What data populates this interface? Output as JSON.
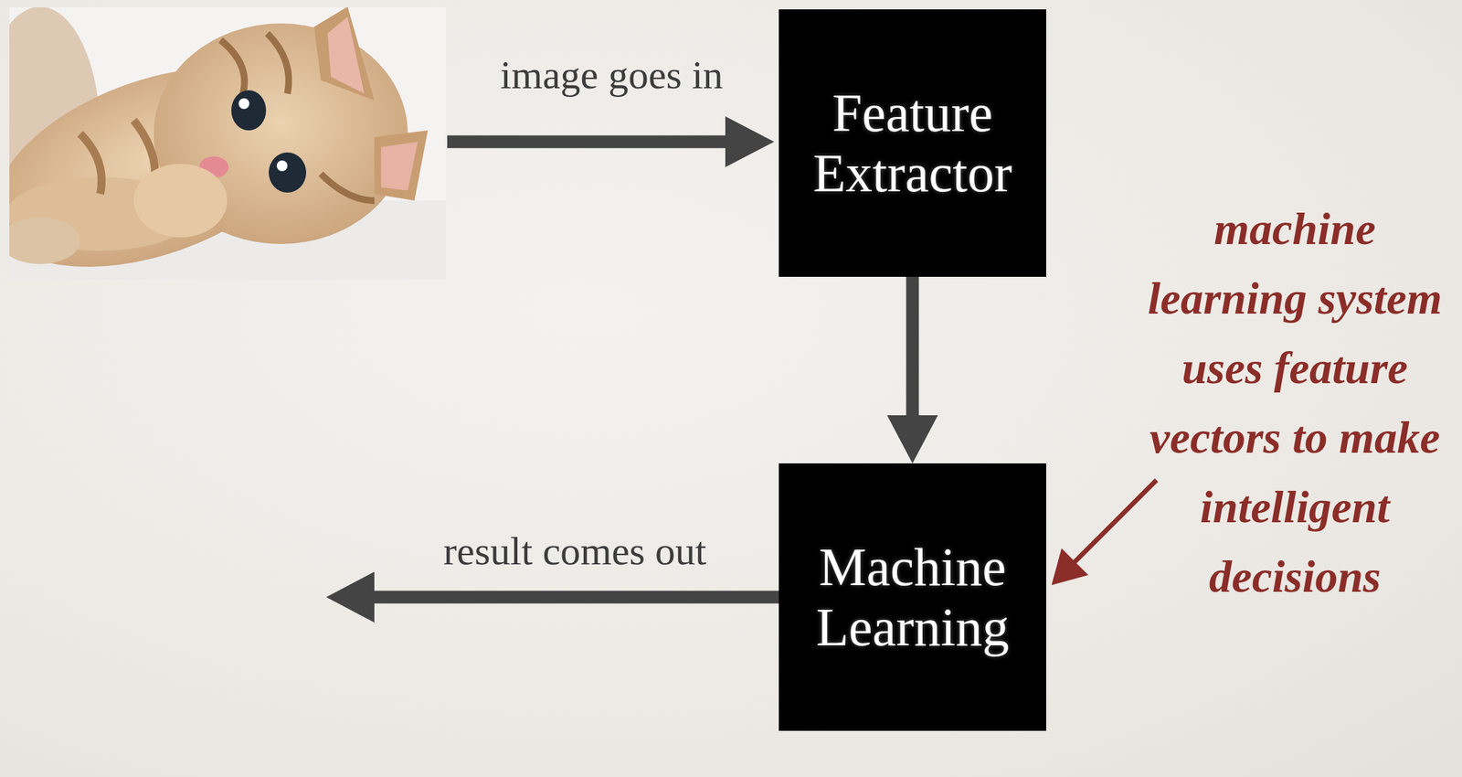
{
  "diagram": {
    "nodes": [
      {
        "text": [
          "Feature Extractor"
        ]
      },
      {
        "text": [
          "Machine Learning"
        ]
      }
    ],
    "edges": [
      {
        "from": 0,
        "to": 1,
        "arrow": "to"
      }
    ],
    "labels": [
      "image goes in",
      "result comes out",
      "machine learning system uses feature vectors to make intelligent decisions"
    ]
  }
}
